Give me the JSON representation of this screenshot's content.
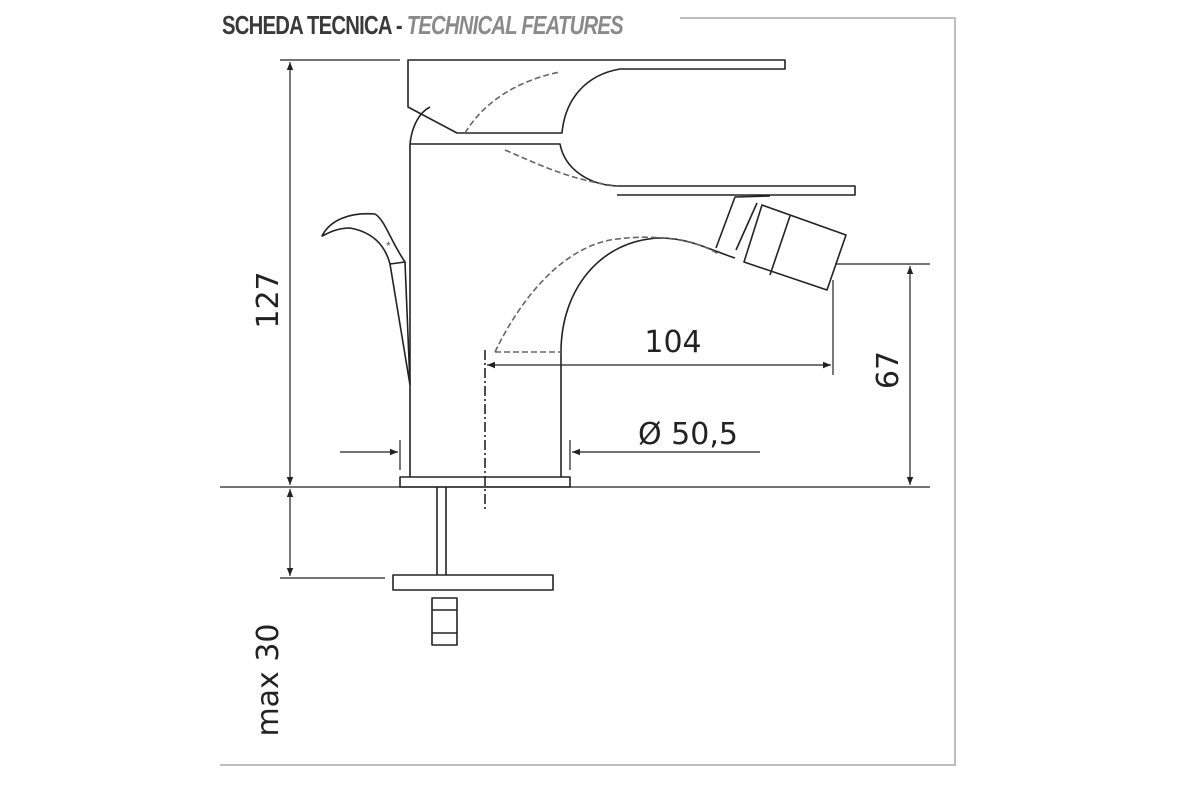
{
  "header": {
    "title_it": "SCHEDA TECNICA",
    "separator": "-",
    "title_en": "TECHNICAL FEATURES"
  },
  "dimensions": {
    "height_total": "127",
    "spout_reach": "104",
    "spout_height": "67",
    "base_diameter": "Ø 50,5",
    "max_deck_thickness": "max 30"
  },
  "colors": {
    "line": "#222222",
    "frame": "#bdbdbd",
    "title_en": "#8a8a8a"
  }
}
